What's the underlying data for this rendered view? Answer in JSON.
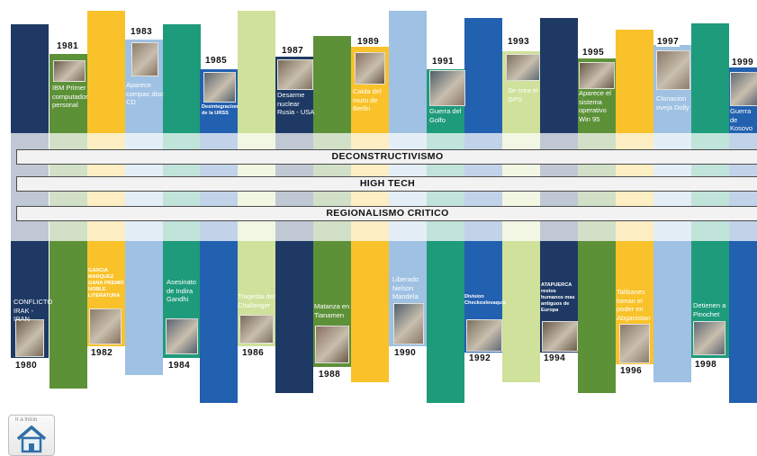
{
  "page": {
    "background": "#ffffff",
    "home_button": {
      "label": "Ir a Inicio",
      "icon": "home-icon"
    }
  },
  "colors": {
    "navy": "#1e3a64",
    "green": "#5c9138",
    "yellow": "#f9c22a",
    "lightblue": "#9fc1e3",
    "teal": "#1e9b7b",
    "blue": "#2260b0",
    "palegreen": "#cfe19a",
    "band": "#c0c8cc",
    "band_text": "#111111"
  },
  "bands": [
    {
      "label": "DECONSTRUCTIVISMO"
    },
    {
      "label": "HIGH TECH"
    },
    {
      "label": "REGIONALISMO CRITICO"
    }
  ],
  "top_events": [
    {
      "year": "1981",
      "text": "IBM Primer computador personal",
      "icon": "computer-icon"
    },
    {
      "year": "1983",
      "text": "Aparece compac disc CD",
      "icon": "compact-disc-icon"
    },
    {
      "year": "1985",
      "text": "Desintegracion de la URSS",
      "icon": "portrait-icon"
    },
    {
      "year": "1987",
      "text": "Desarme nuclear Rusia - USA",
      "icon": "photo-icon"
    },
    {
      "year": "1989",
      "text": "Caida del muro de Berlin",
      "icon": "photo-icon"
    },
    {
      "year": "1991",
      "text": "Guerra del Golfo",
      "icon": "portrait-icon"
    },
    {
      "year": "1993",
      "text": "Se crea el GPS",
      "icon": "gps-device-icon"
    },
    {
      "year": "1995",
      "text": "Aparece el sistema operativo Win 95",
      "icon": "windows-logo-icon"
    },
    {
      "year": "1997",
      "text": "Clonacion oveja Dolly",
      "icon": "sheep-icon"
    },
    {
      "year": "1999",
      "text": "Guerra de Kosovo",
      "icon": "photo-icon"
    }
  ],
  "bottom_events": [
    {
      "year": "1980",
      "text": "CONFLICTO IRAK - IRAN",
      "icon": "portrait-icon"
    },
    {
      "year": "1982",
      "text": "GARCIA MARQUEZ GANA PREMIO NOBLE LITERATURA",
      "icon": "portrait-icon"
    },
    {
      "year": "1984",
      "text": "Asesinato de Indira Gandhi",
      "icon": "portrait-icon"
    },
    {
      "year": "1986",
      "text": "Tragedia del Challenger",
      "icon": "photo-icon"
    },
    {
      "year": "1988",
      "text": "Matanza en Tianamen",
      "icon": "tank-photo-icon"
    },
    {
      "year": "1990",
      "text": "Liberado Nelson Mandela",
      "icon": "portrait-icon"
    },
    {
      "year": "1992",
      "text": "Division Checkoslovaquia",
      "icon": "crowd-photo-icon"
    },
    {
      "year": "1994",
      "text": "ATAPUERCA restos humanos mas antiguos de Europa",
      "icon": "fossil-photo-icon"
    },
    {
      "year": "1996",
      "text": "Talibanes toman el poder en Abganistan",
      "icon": "portrait-icon"
    },
    {
      "year": "1998",
      "text": "Detienen a Pinochet",
      "icon": "portrait-icon"
    }
  ]
}
